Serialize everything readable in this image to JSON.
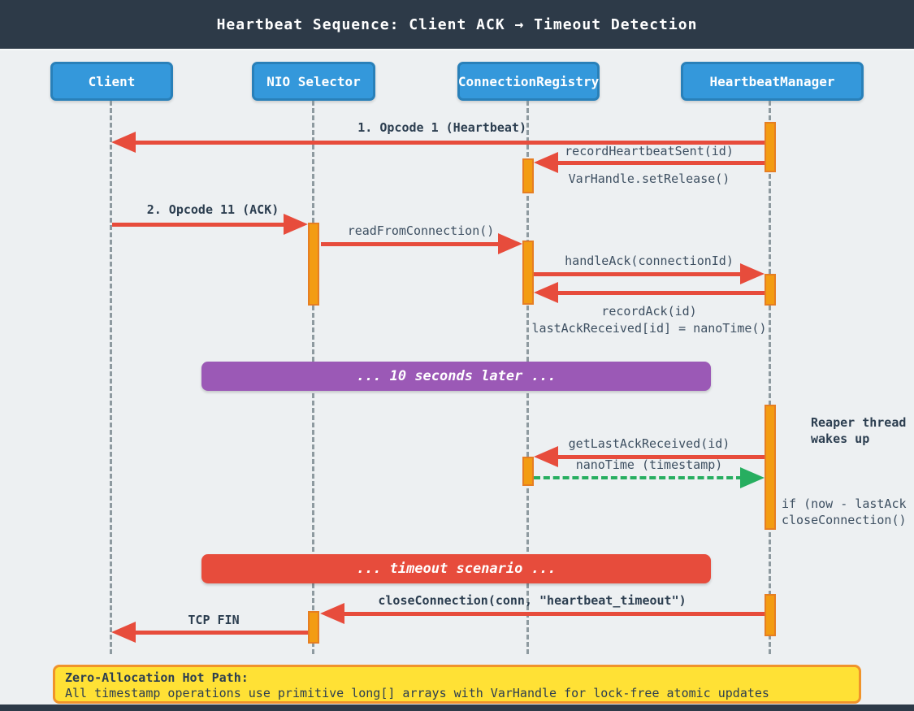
{
  "header": {
    "title": "Heartbeat Sequence: Client ACK → Timeout Detection"
  },
  "participants": [
    {
      "label": "Client"
    },
    {
      "label": "NIO Selector"
    },
    {
      "label": "ConnectionRegistry"
    },
    {
      "label": "HeartbeatManager"
    }
  ],
  "messages": {
    "opcode1_heartbeat": "1. Opcode 1 (Heartbeat)",
    "record_heartbeat_sent": "recordHeartbeatSent(id)",
    "varhandle_set_release": "VarHandle.setRelease()",
    "opcode11_ack": "2. Opcode 11 (ACK)",
    "read_from_connection": "readFromConnection()",
    "handle_ack": "handleAck(connectionId)",
    "record_ack": "recordAck(id)",
    "last_ack_received_assign": "lastAckReceived[id] = nanoTime()",
    "get_last_ack_received": "getLastAckReceived(id)",
    "nanotime_return": "nanoTime (timestamp)",
    "close_connection_timeout": "closeConnection(conn, \"heartbeat_timeout\")",
    "tcp_fin": "TCP FIN"
  },
  "annotations": {
    "reaper_line1": "Reaper thread",
    "reaper_line2": "wakes up",
    "condition_line1": "if (now - lastAck",
    "condition_line2": "closeConnection()"
  },
  "banners": {
    "ten_seconds_later": "... 10 seconds later ...",
    "timeout_scenario": "... timeout scenario ..."
  },
  "note": {
    "title": "Zero-Allocation Hot Path:",
    "body": "All timestamp operations use primitive long[] arrays with VarHandle for lock-free atomic updates"
  },
  "colors": {
    "header_bg": "#2d3a48",
    "background": "#edf0f2",
    "participant_fill": "#3498db",
    "participant_border": "#2980b9",
    "message_arrow": "#e74c3c",
    "return_arrow_green": "#27ae60",
    "activation_fill": "#f39c12",
    "activation_border": "#e67e22",
    "banner_purple": "#9b59b6",
    "banner_red": "#e74c3c",
    "note_fill": "#ffe135",
    "note_border": "#f0932b",
    "lifeline_gray": "#8e9aa0"
  }
}
